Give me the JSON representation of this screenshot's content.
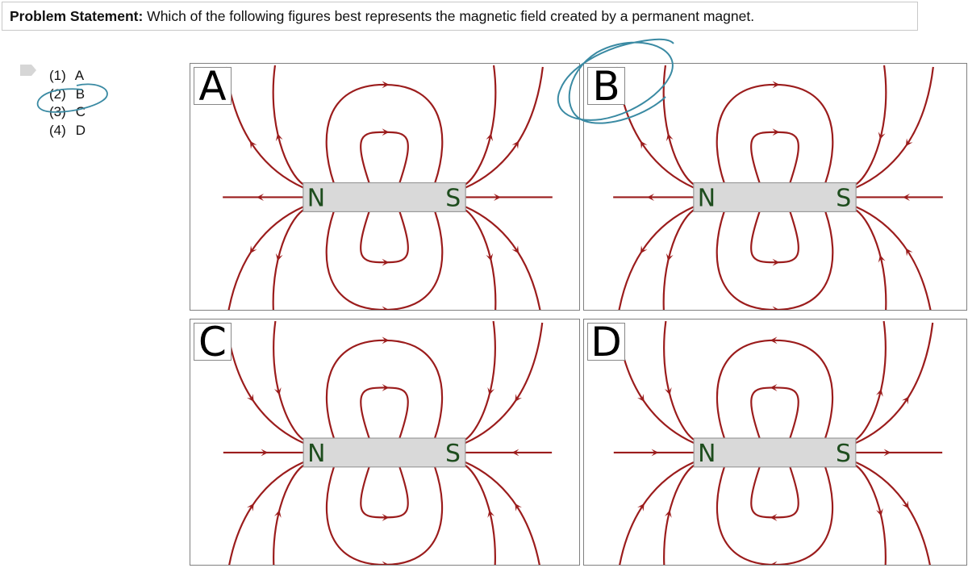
{
  "problem": {
    "label": "Problem Statement:",
    "text": " Which of the following figures best represents the magnetic field created by a permanent magnet."
  },
  "options": [
    {
      "num": "(1)",
      "letter": "A"
    },
    {
      "num": "(2)",
      "letter": "B",
      "circled": true
    },
    {
      "num": "(3)",
      "letter": "C"
    },
    {
      "num": "(4)",
      "letter": "D"
    }
  ],
  "colors": {
    "field_line": "#9b1c1c",
    "magnet_fill": "#d9d9d9",
    "pole_text": "#1e4d1e",
    "annotation": "#3a8aa3"
  },
  "figures": [
    {
      "label": "A",
      "north": "N",
      "south": "S",
      "arrows": {
        "n_outer": "out",
        "s_outer": "out",
        "loops": "right"
      },
      "circled": false
    },
    {
      "label": "B",
      "north": "N",
      "south": "S",
      "arrows": {
        "n_outer": "out",
        "s_outer": "in",
        "loops": "right"
      },
      "circled": true
    },
    {
      "label": "C",
      "north": "N",
      "south": "S",
      "arrows": {
        "n_outer": "in",
        "s_outer": "in",
        "loops": "right"
      },
      "circled": false
    },
    {
      "label": "D",
      "north": "N",
      "south": "S",
      "arrows": {
        "n_outer": "in",
        "s_outer": "out",
        "loops": "left"
      },
      "circled": false
    }
  ]
}
